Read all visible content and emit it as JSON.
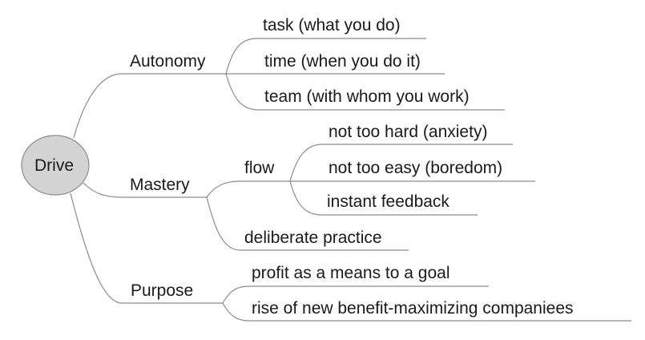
{
  "mindmap": {
    "root": {
      "label": "Drive",
      "fill": "#d3d3d3"
    },
    "branches": [
      {
        "label": "Autonomy",
        "children": [
          {
            "label": "task (what you do)"
          },
          {
            "label": "time (when you do it)"
          },
          {
            "label": "team (with whom you work)"
          }
        ]
      },
      {
        "label": "Mastery",
        "children": [
          {
            "label": "flow",
            "children": [
              {
                "label": "not too hard (anxiety)"
              },
              {
                "label": "not too easy (boredom)"
              },
              {
                "label": "instant feedback"
              }
            ]
          },
          {
            "label": "deliberate practice"
          }
        ]
      },
      {
        "label": "Purpose",
        "children": [
          {
            "label": "profit as a means to a goal"
          },
          {
            "label": "rise of new benefit-maximizing companiees"
          }
        ]
      }
    ],
    "line_color": "#8c8c8c"
  }
}
